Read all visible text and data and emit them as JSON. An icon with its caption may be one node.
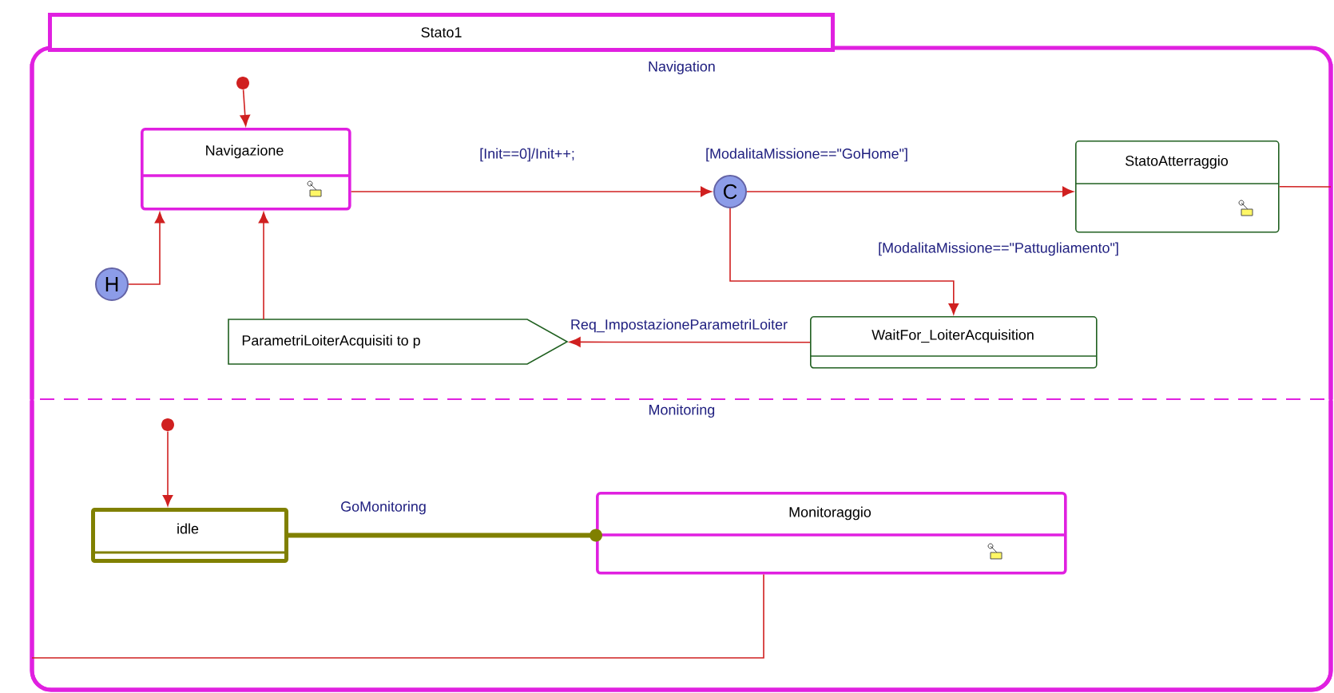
{
  "diagram": {
    "nodes": [
      {
        "text": [
          "Stato1"
        ]
      },
      {
        "text": [
          "Navigation"
        ],
        "in": 0
      },
      {
        "text": [
          "Monitoring"
        ],
        "in": 0
      },
      {
        "text": [],
        "shape": "circle",
        "in": 1
      },
      {
        "text": [
          "Navigazione"
        ],
        "in": 1
      },
      {
        "text": [
          "H"
        ],
        "in": 1
      },
      {
        "text": [
          "C"
        ],
        "in": 1
      },
      {
        "text": [
          "StatoAtterraggio"
        ],
        "in": 1
      },
      {
        "text": [
          "WaitFor_LoiterAcquisition"
        ],
        "in": 1
      },
      {
        "text": [
          "ParametriLoiterAcquisiti to p"
        ],
        "in": 1
      },
      {
        "text": [],
        "shape": "circle",
        "in": 2
      },
      {
        "text": [
          "idle"
        ],
        "in": 2
      },
      {
        "text": [
          "Monitoraggio"
        ],
        "in": 2
      }
    ],
    "edges": [
      {
        "from": 3,
        "to": 4,
        "arrow": "to"
      },
      {
        "from": 5,
        "to": 4,
        "arrow": "to"
      },
      {
        "from": 9,
        "to": 4,
        "arrow": "to"
      },
      {
        "from": 4,
        "to": 6,
        "arrow": "to",
        "label": "[Init==0]/Init++;"
      },
      {
        "from": 6,
        "to": 7,
        "arrow": "to",
        "label": "[ModalitaMissione==\"GoHome\"]"
      },
      {
        "from": 6,
        "to": 8,
        "arrow": "to",
        "label": "[ModalitaMissione==\"Pattugliamento\"]"
      },
      {
        "from": 8,
        "to": 9,
        "arrow": "to",
        "label": "Req_ImpostazioneParametriLoiter"
      },
      {
        "from": 7,
        "to": null,
        "arrow": "none"
      },
      {
        "from": 10,
        "to": 11,
        "arrow": "to"
      },
      {
        "from": 11,
        "to": 12,
        "arrow": "other",
        "label": "GoMonitoring",
        "style": "thick",
        "color": "#808000"
      },
      {
        "from": 12,
        "to": null,
        "arrow": "none"
      }
    ]
  }
}
